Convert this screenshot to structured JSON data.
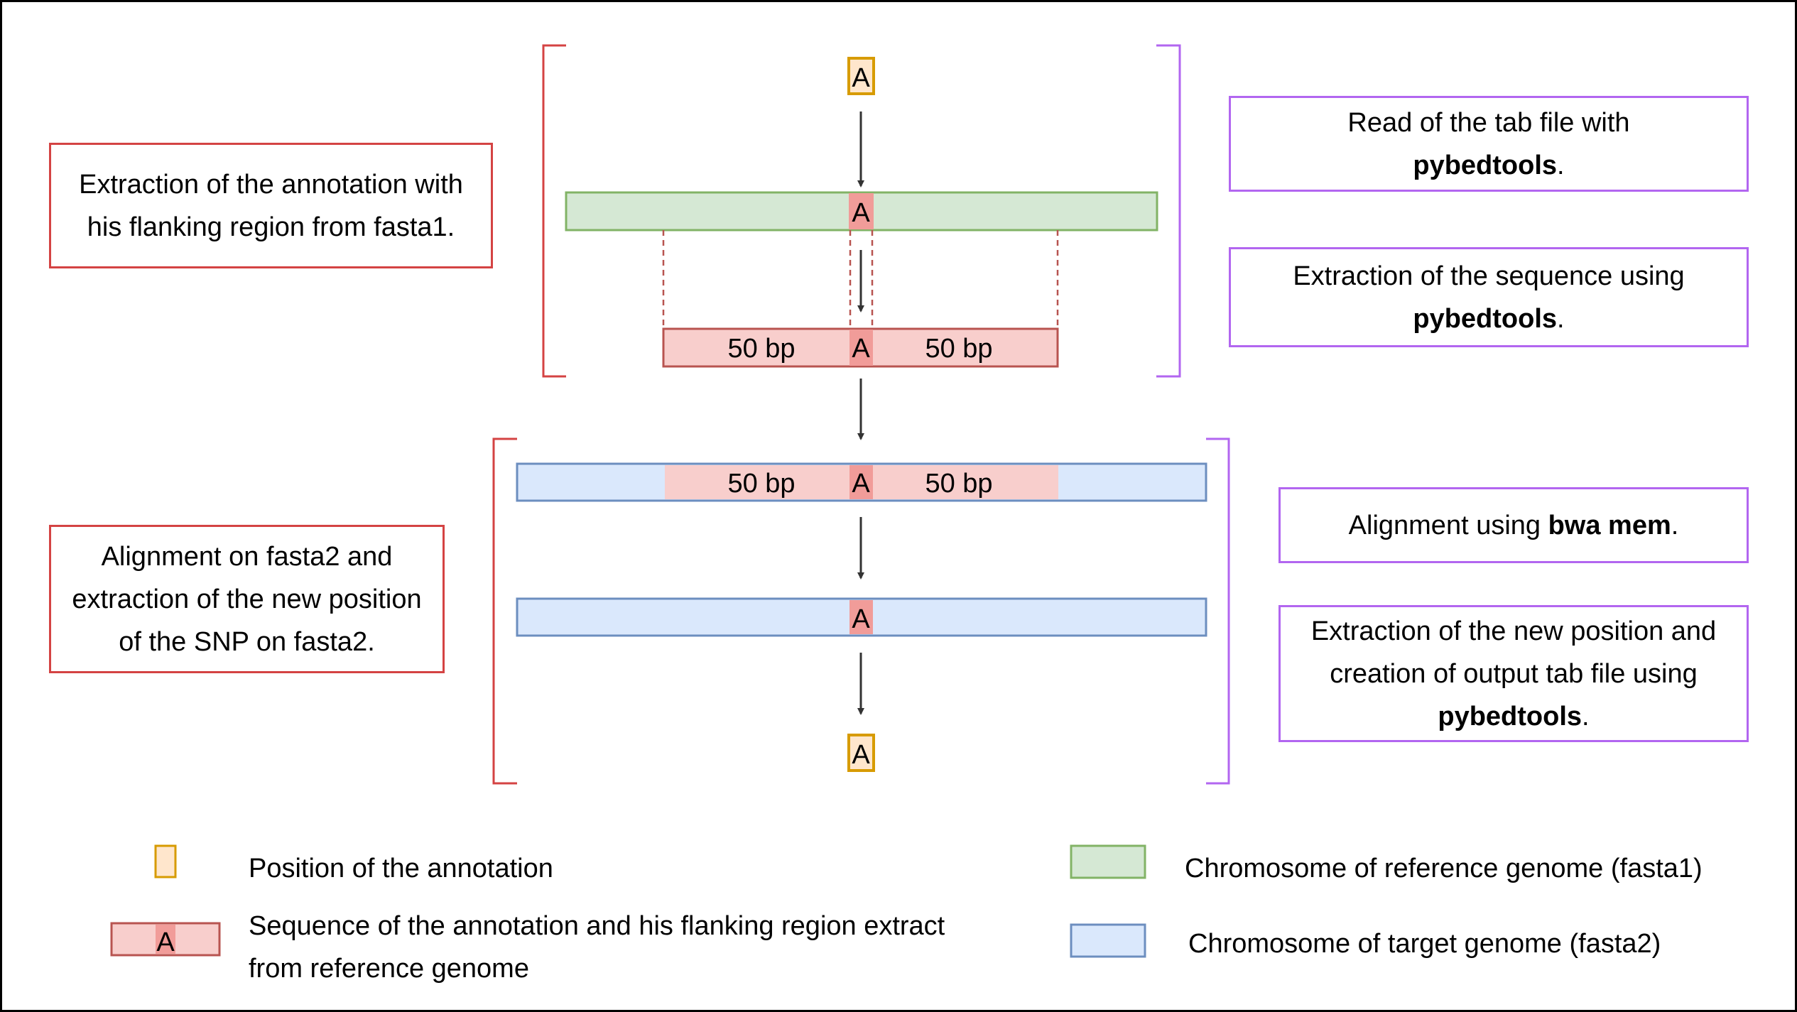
{
  "annotation_letter": "A",
  "flank_label": "50 bp",
  "steps": {
    "extraction_fasta1": "Extraction of the annotation with his flanking region from fasta1.",
    "alignment_fasta2": {
      "line1": "Alignment on fasta2 and",
      "line2": "extraction of the new position",
      "line3": "of the SNP on fasta2."
    }
  },
  "tools": {
    "read_tab": {
      "line1": "Read of the tab file with",
      "tool": "pybedtools",
      "suffix": "."
    },
    "extract_seq": {
      "line1": "Extraction of the sequence using",
      "tool": "pybedtools",
      "suffix": "."
    },
    "align": {
      "prefix": "Alignment using ",
      "tool": "bwa mem",
      "suffix": "."
    },
    "new_position": {
      "line1": "Extraction of the new position and",
      "line2": "creation of output tab file using",
      "tool": "pybedtools",
      "suffix": "."
    }
  },
  "legend": {
    "position_annotation": "Position of the annotation",
    "sequence_line1": "Sequence of the annotation and his flanking region extract",
    "sequence_line2": "from reference genome",
    "chrom_reference": "Chromosome of reference genome (fasta1)",
    "chrom_target": "Chromosome of target genome (fasta2)"
  },
  "colors": {
    "annotation_fill": "#ffe6cc",
    "annotation_stroke": "#d79b00",
    "ref_fill": "#d5e8d4",
    "ref_stroke": "#82b366",
    "seq_fill": "#f8cecc",
    "seq_stroke": "#b85450",
    "snp_fill": "#f19c99",
    "target_fill": "#dae8fc",
    "target_stroke": "#6c8ebf",
    "red_bracket": "#d44343",
    "purple_bracket": "#b266f0"
  }
}
